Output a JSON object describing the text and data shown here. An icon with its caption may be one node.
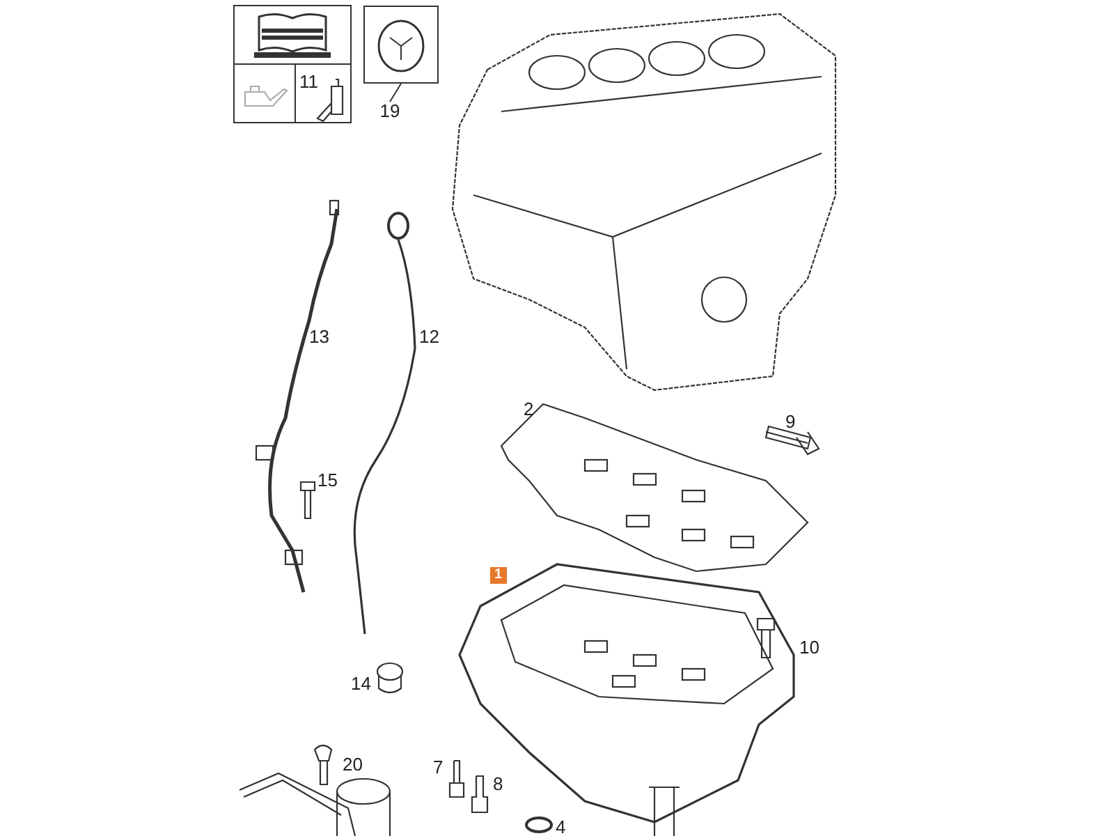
{
  "diagram": {
    "nodes": [
      {
        "text": [
          "19"
        ]
      },
      {
        "text": [],
        "shape": "box"
      }
    ],
    "edges": [
      {
        "from": 0,
        "to": 1,
        "arrow": "none"
      }
    ],
    "labels": [
      "11",
      "13",
      "12",
      "2",
      "9",
      "15",
      "1",
      "10",
      "14",
      "20",
      "7",
      "8",
      "4"
    ]
  }
}
